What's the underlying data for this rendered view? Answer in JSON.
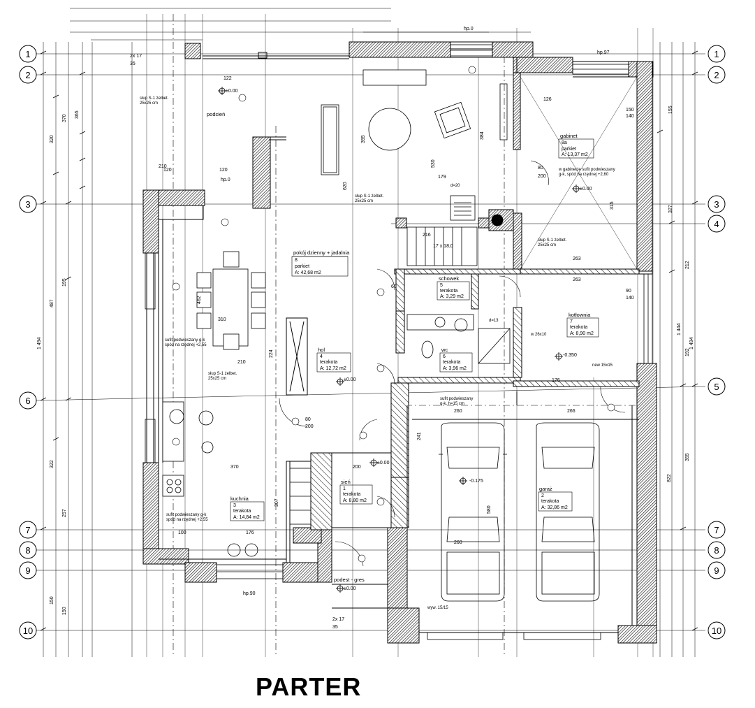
{
  "title": "PARTER",
  "axes_left": [
    "1",
    "2",
    "3",
    "6",
    "7",
    "8",
    "9",
    "10"
  ],
  "axes_right": [
    "1",
    "2",
    "3",
    "4",
    "5",
    "7",
    "8",
    "9",
    "10"
  ],
  "rooms": [
    {
      "name": "pokój dzienny + jadalnia",
      "num": "8",
      "floor": "parkiet",
      "area": "A: 42,68 m2"
    },
    {
      "name": "gabinet",
      "num": "8a",
      "floor": "parkiet",
      "area": "A: 13,37 m2"
    },
    {
      "name": "schowek",
      "num": "5",
      "floor": "terakota",
      "area": "A: 3,29 m2"
    },
    {
      "name": "kotłownia",
      "num": "7",
      "floor": "terakota",
      "area": "A: 8,90 m2"
    },
    {
      "name": "hol",
      "num": "4",
      "floor": "terakota",
      "area": "A: 12,72 m2"
    },
    {
      "name": "wc",
      "num": "6",
      "floor": "terakota",
      "area": "A: 3,96 m2"
    },
    {
      "name": "kuchnia",
      "num": "3",
      "floor": "terakota",
      "area": "A: 14,84 m2"
    },
    {
      "name": "sień",
      "num": "1",
      "floor": "terakota",
      "area": "A: 8,80 m2"
    },
    {
      "name": "garaż",
      "num": "2",
      "floor": "terakota",
      "area": "A: 32,86 m2"
    }
  ],
  "labels": {
    "podden": "podcień",
    "podest": "podest - gres",
    "hp0_top": "hp.0",
    "hp0_left": "hp.0",
    "hp90_bottom": "hp.90",
    "hp97": "hp.97",
    "level_000_a": "±0.00",
    "level_000_b": "±0.00",
    "level_000_c": "±0.00",
    "level_000_d": "±0.00",
    "level_000_e": "±0.00",
    "level_0175": "-0.175",
    "level_0350": "-0.350",
    "stairs": "17 x 18,0",
    "slup1": "słup S-1 żelbet.",
    "slup1_dim": "25x25 cm",
    "slup2": "słup S-1 żelbet.",
    "slup2_dim": "25x25 cm",
    "slup3": "słup S-1 żelbet.",
    "slup3_dim": "25x25 cm",
    "slup4": "słup S-1 żelbet.",
    "slup4_dim": "25x25 cm",
    "sufit_note": "w gabinecie sufit podwieszany",
    "sufit_note2": "g-k, spód na rzędnej +2,60",
    "sufit_garage": "sufit podwieszany",
    "sufit_garage2": "g-k, h=15 cm",
    "sufit_kitchen": "sufit podwieszany g-k",
    "sufit_kitchen2": "spód na rzędnej +2,55",
    "sufit_left": "sufit podwieszany g-k",
    "sufit_left2": "spód na rzędnej +2,55",
    "wyw": "wyw. 15/15",
    "stair_step": "2x 17",
    "stair_step2": "35",
    "stair_step3": "2x 17",
    "stair_step4": "35",
    "d20": "d=20",
    "d13": "d=13",
    "w26": "w 26x10",
    "new": "new 15x15"
  },
  "dimensions": {
    "d1494_left": "1 494",
    "d1494_right": "1 494",
    "d1444": "1 444",
    "d822": "822",
    "d355": "355",
    "d320": "320",
    "d370": "370",
    "d365": "365",
    "d487": "487",
    "d195": "195",
    "d322": "322",
    "d257": "257",
    "d150a": "150",
    "d150b": "150",
    "d210a": "210",
    "d210b": "210",
    "d263a": "263",
    "d263b": "263",
    "d260a": "260",
    "d260b": "260",
    "d266": "266",
    "d176a": "176",
    "d176b": "176",
    "d100": "100",
    "d200a": "200",
    "d200b": "200",
    "d200c": "200",
    "d370b": "370",
    "d315": "315",
    "d120a": "120",
    "d120b": "120",
    "d122": "122",
    "d126": "126",
    "d179": "179",
    "d216": "216",
    "d530": "530",
    "d620": "620",
    "d384": "384",
    "d395": "395",
    "d462": "462",
    "d224": "224",
    "d310": "310",
    "d580": "580",
    "d241": "241",
    "d212": "212",
    "d192": "192",
    "d327": "327",
    "d155": "155",
    "d140": "140",
    "d90": "90",
    "d80a": "80",
    "d80b": "80",
    "d60": "60",
    "d307": "307",
    "d150c": "150",
    "d140b": "140"
  }
}
